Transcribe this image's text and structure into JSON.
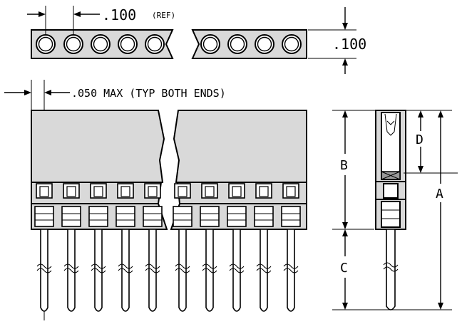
{
  "labels": {
    "pitch": ".100",
    "pitch_ref": "(REF)",
    "height": ".100",
    "max_note": ".050 MAX (TYP BOTH ENDS)",
    "dim_a": "A",
    "dim_b": "B",
    "dim_c": "C",
    "dim_d": "D"
  },
  "colors": {
    "body_fill": "#d9d9d9",
    "line": "#000000",
    "background": "#ffffff"
  }
}
